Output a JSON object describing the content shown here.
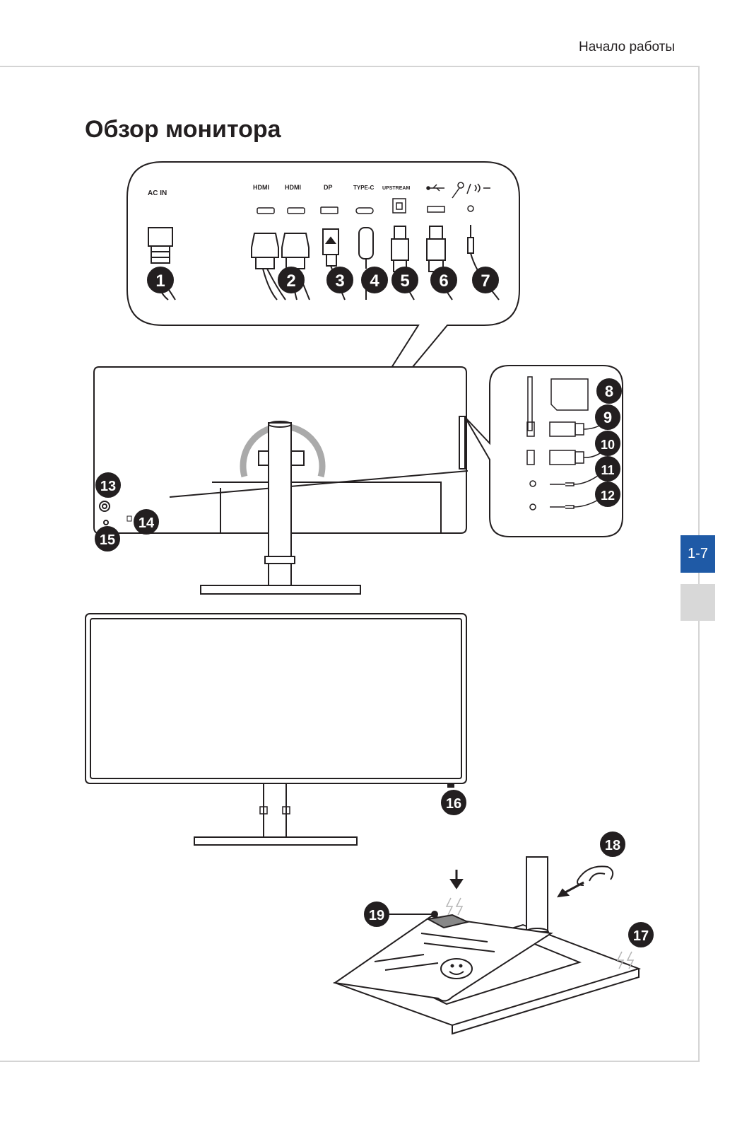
{
  "header": {
    "section": "Начало работы"
  },
  "title": "Обзор монитора",
  "page_number": "1-7",
  "port_labels": [
    "AC IN",
    "HDMI",
    "HDMI",
    "DP",
    "TYPE-C",
    "UPSTREAM"
  ],
  "callouts": [
    "1",
    "2",
    "3",
    "4",
    "5",
    "6",
    "7",
    "8",
    "9",
    "10",
    "11",
    "12",
    "13",
    "14",
    "15",
    "16",
    "17",
    "18",
    "19"
  ]
}
